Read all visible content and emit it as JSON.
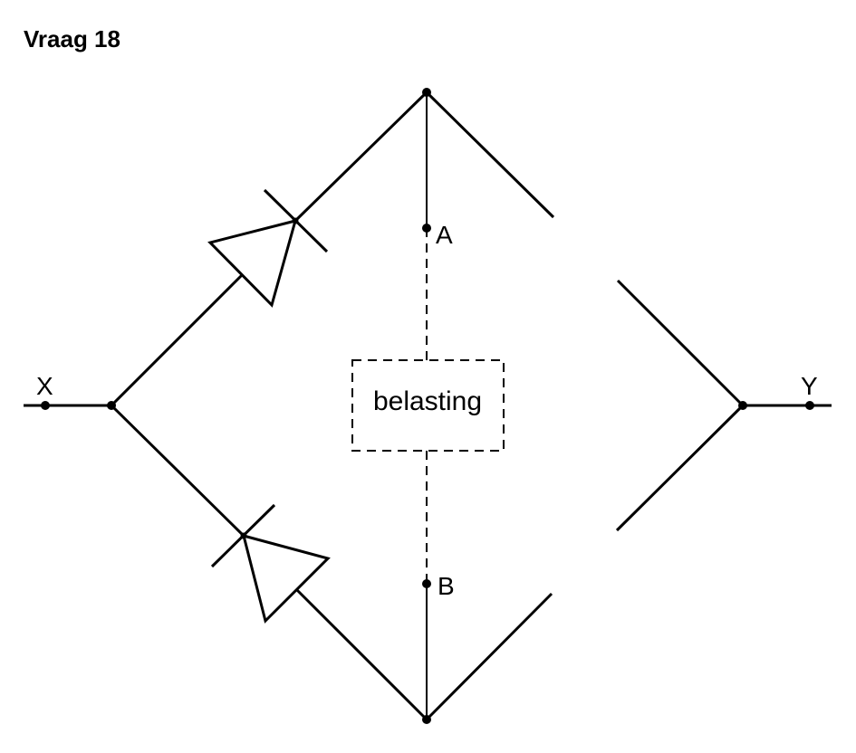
{
  "title": "Vraag 18",
  "labels": {
    "x": "X",
    "y": "Y",
    "a": "A",
    "b": "B",
    "load": "belasting"
  },
  "colors": {
    "stroke": "#000000",
    "background": "#ffffff"
  }
}
